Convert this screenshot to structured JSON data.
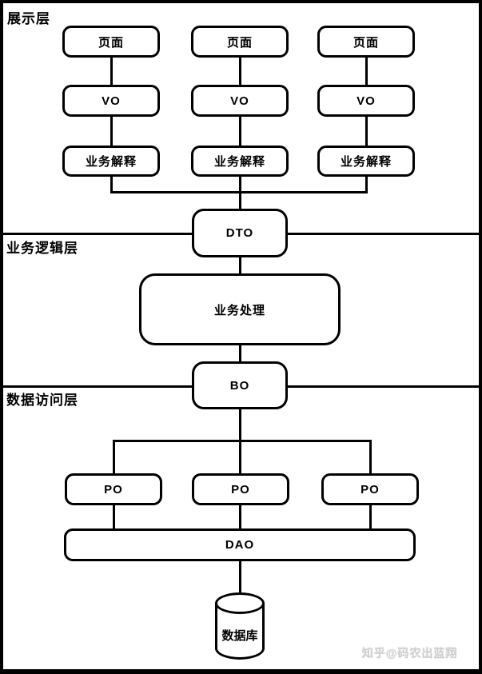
{
  "layers": {
    "presentation": "展示层",
    "business": "业务逻辑层",
    "data_access": "数据访问层"
  },
  "nodes": {
    "page": "页面",
    "vo": "VO",
    "interpretation": "业务解释",
    "dto": "DTO",
    "processing": "业务处理",
    "bo": "BO",
    "po": "PO",
    "dao": "DAO",
    "database": "数据库"
  },
  "watermark": "知乎@码农出蓝翔",
  "colors": {
    "line": "#000000",
    "background": "#ffffff",
    "watermark": "#cdcdcd"
  }
}
